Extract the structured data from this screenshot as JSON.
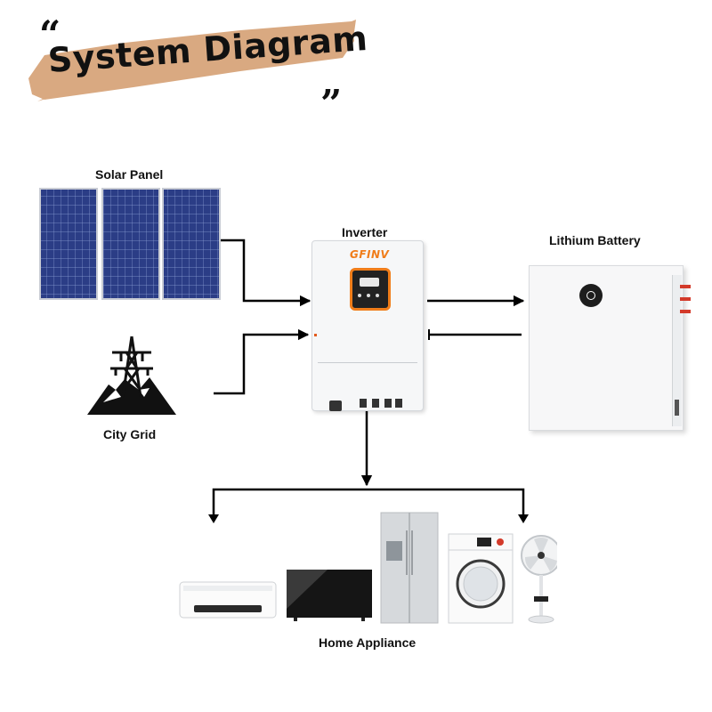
{
  "title": {
    "text": "System Diagram",
    "open_quote": "“",
    "close_quote": "”",
    "brush_color": "#d9a981"
  },
  "nodes": {
    "solar_panel": {
      "label": "Solar Panel",
      "icon": "solar-panel-icon"
    },
    "inverter": {
      "label": "Inverter",
      "brand": "GFINV",
      "icon": "inverter-icon",
      "accent_color": "#f07d1a"
    },
    "lithium_battery": {
      "label": "Lithium Battery",
      "icon": "battery-icon"
    },
    "city_grid": {
      "label": "City Grid",
      "icon": "power-tower-icon"
    },
    "home_appliance": {
      "label": "Home Appliance",
      "icons": [
        "air-conditioner-icon",
        "television-icon",
        "refrigerator-icon",
        "washing-machine-icon",
        "fan-icon"
      ]
    }
  },
  "connections": [
    {
      "from": "solar_panel",
      "to": "inverter"
    },
    {
      "from": "city_grid",
      "to": "inverter"
    },
    {
      "from": "inverter",
      "to": "lithium_battery"
    },
    {
      "from": "lithium_battery",
      "to": "inverter"
    },
    {
      "from": "inverter",
      "to": "home_appliance"
    }
  ]
}
